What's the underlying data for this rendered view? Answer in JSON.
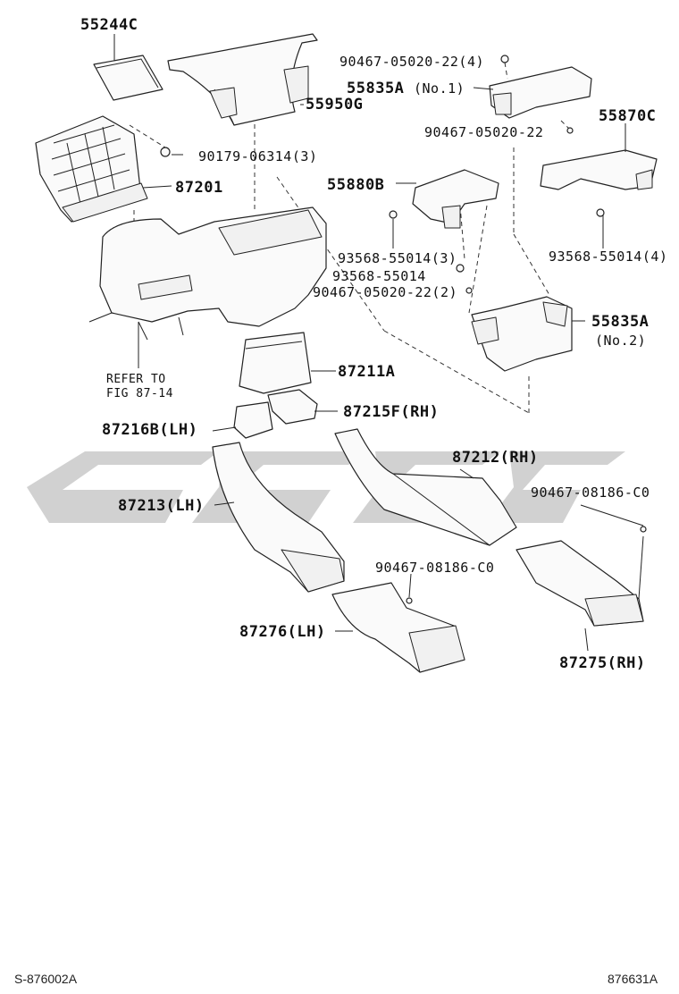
{
  "labels": {
    "p55244C": "55244C",
    "p55950G": "55950G",
    "p55835A_1": "55835A",
    "p55835A_1_note": "(No.1)",
    "p90467_05020_22_4": "90467-05020-22(4)",
    "p90467_05020_22": "90467-05020-22",
    "p55870C": "55870C",
    "p90179_06314_3": "90179-06314(3)",
    "p87201": "87201",
    "p55880B": "55880B",
    "p93568_55014_3": "93568-55014(3)",
    "p93568_55014": "93568-55014",
    "p93568_55014_4": "93568-55014(4)",
    "p90467_05020_22_2": "90467-05020-22(2)",
    "p55835A_2": "55835A",
    "p55835A_2_note": "(No.2)",
    "refer_to": "REFER TO",
    "fig": "FIG 87-14",
    "p87211A": "87211A",
    "p87215F": "87215F(RH)",
    "p87216B": "87216B(LH)",
    "p87212": "87212(RH)",
    "p90467_08186_C0_a": "90467-08186-C0",
    "p87213": "87213(LH)",
    "p90467_08186_C0_b": "90467-08186-C0",
    "p87276": "87276(LH)",
    "p87275": "87275(RH)"
  },
  "footer": {
    "left_code": "S-876002A",
    "right_code": "876631A"
  },
  "colors": {
    "line": "#222222",
    "watermark": "#c9c9c9"
  }
}
